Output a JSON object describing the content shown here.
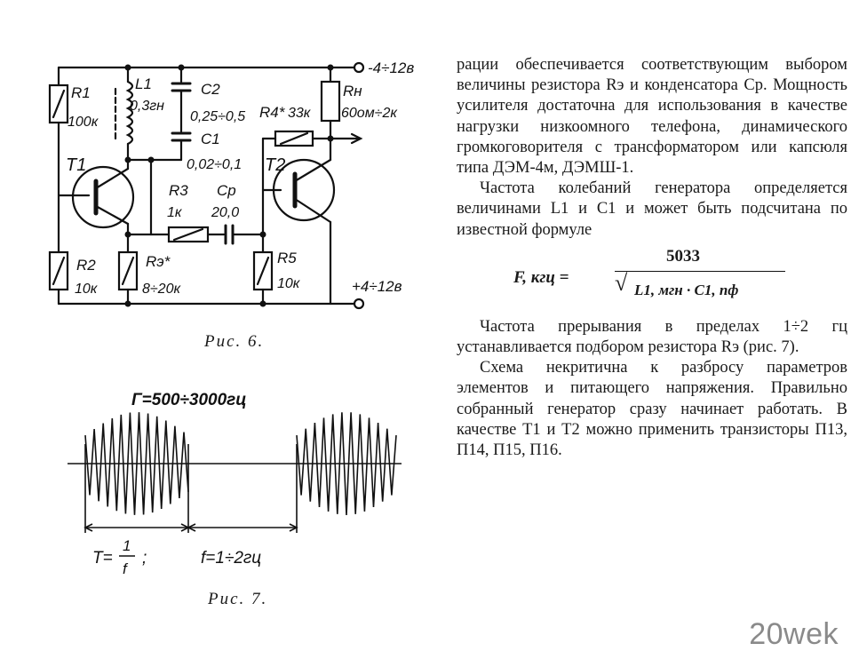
{
  "fig6": {
    "supply_neg": "-4÷12в",
    "supply_pos": "+4÷12в",
    "R1": "R1",
    "R1_val": "100к",
    "L1": "L1",
    "L1_val": "0,3гн",
    "C2": "C2",
    "C2_val": "0,25÷0,5",
    "C1": "C1",
    "C1_val": "0,02÷0,1",
    "R4": "R4*",
    "R4_val": "33к",
    "Rn": "Rн",
    "Rn_val": "60ом÷2к",
    "T1": "T1",
    "T2": "T2",
    "R3": "R3",
    "R3_val": "1к",
    "Cp": "Cр",
    "Cp_val": "20,0",
    "R2": "R2",
    "R2_val": "10к",
    "Re": "Rэ*",
    "Re_val": "8÷20к",
    "R5": "R5",
    "R5_val": "10к",
    "caption": "Рис. 6."
  },
  "fig7": {
    "freq_label": "Г=500÷3000гц",
    "period_label": "T=",
    "period_frac_num": "1",
    "period_frac_den": "f",
    "period_suffix": ";",
    "rate_label": "f=1÷2гц",
    "caption": "Рис. 7."
  },
  "text": {
    "p1": "рации обеспечивается соответствующим выбором величины резистора Rэ и конденсатора Cр. Мощность усилителя достаточна для использования в качестве нагрузки низкоомного телефона, динамического громкоговорителя с трансформатором или капсюля типа ДЭМ-4м, ДЭМШ-1.",
    "p2": "Частота колебаний генератора определяется величинами L1 и C1 и может быть подсчитана по известной формуле",
    "formula_lhs": "F, кгц =",
    "formula_num": "5033",
    "formula_den": "L1, мгн · C1, пф",
    "p3": "Частота прерывания в пределах 1÷2 гц устанавливается подбором резистора Rэ (рис. 7).",
    "p4": "Схема некритична к разбросу параметров элементов и питающего напряжения. Правильно собранный генератор сразу начинает работать. В качестве T1 и T2 можно применить транзисторы П13, П14, П15, П16."
  },
  "watermark": "20wek"
}
